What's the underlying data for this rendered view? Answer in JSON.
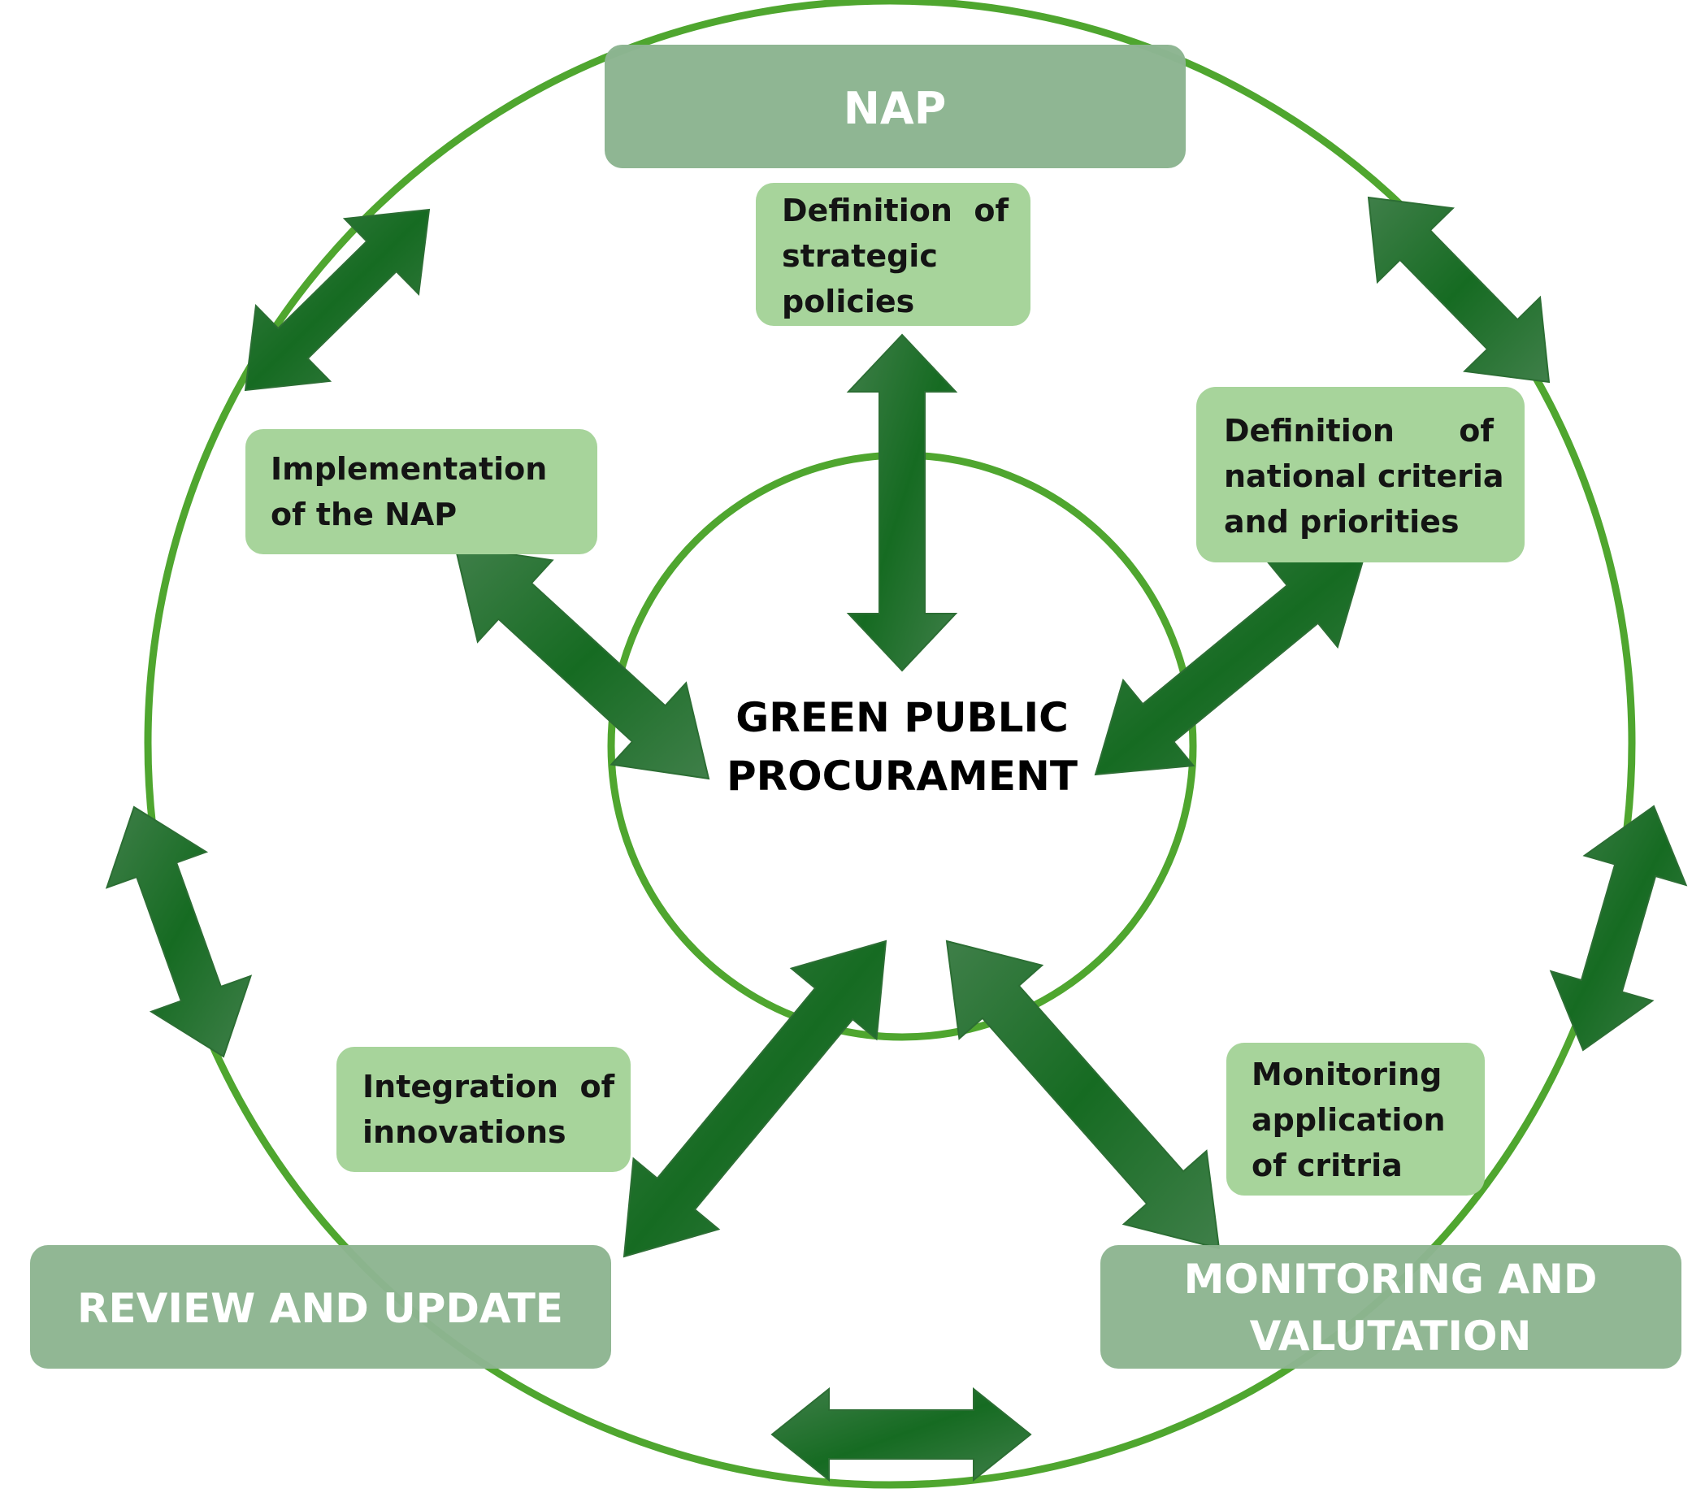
{
  "colors": {
    "ring": "#4fa62f",
    "arrow_dark": "#166b22",
    "arrow_light": "#3f7f49",
    "stage_box": "#8db591",
    "step_box": "#a7d49b",
    "stage_text": "#ffffff",
    "step_text": "#141414"
  },
  "center": {
    "line1": "GREEN PUBLIC",
    "line2": "PROCURAMENT"
  },
  "stages": {
    "nap": "NAP",
    "review": "REVIEW AND UPDATE",
    "monitoring_line1": "MONITORING AND",
    "monitoring_line2": "VALUTATION"
  },
  "steps": {
    "strategic": [
      "Definition  of",
      "strategic",
      "policies"
    ],
    "implementation": [
      "Implementation",
      "of the NAP"
    ],
    "criteria": [
      "Definition      of",
      "national criteria",
      "and priorities"
    ],
    "innovations": [
      "Integration  of",
      "innovations"
    ],
    "monitoring_application": [
      "Monitoring",
      "application",
      "of critria"
    ]
  }
}
